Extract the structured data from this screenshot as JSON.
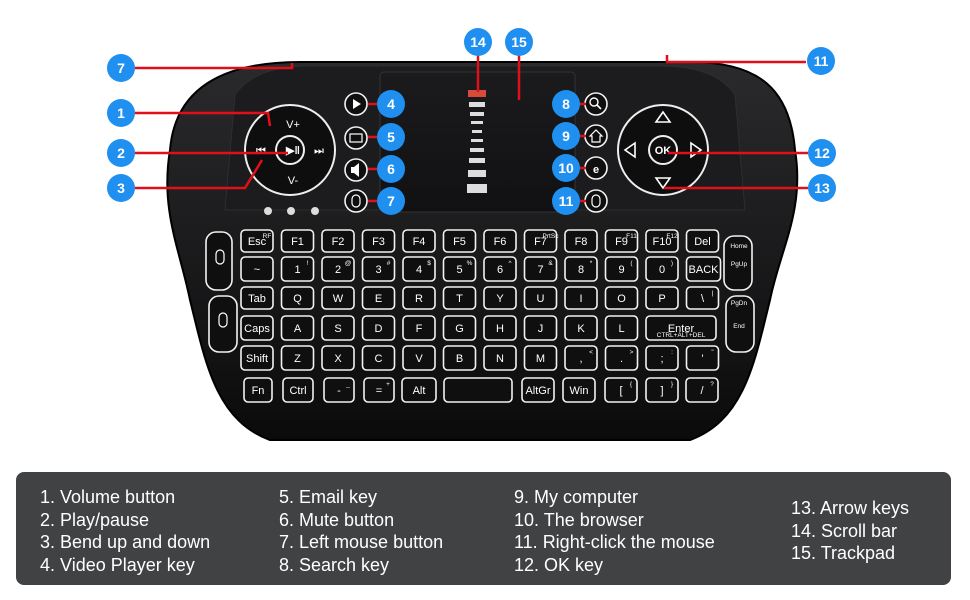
{
  "callouts": [
    "1",
    "2",
    "3",
    "4",
    "5",
    "6",
    "7",
    "8",
    "9",
    "10",
    "11",
    "12",
    "13",
    "14",
    "15"
  ],
  "keys": {
    "r1": [
      "Esc",
      "F1",
      "F2",
      "F3",
      "F4",
      "F5",
      "F6",
      "F7",
      "F8",
      "F9",
      "F10",
      "Del"
    ],
    "r1sup": [
      "RF",
      "",
      "",
      "",
      "",
      "",
      "",
      "PrtSc",
      "",
      "F11",
      "F12",
      ""
    ],
    "r2": [
      "~",
      "1",
      "2",
      "3",
      "4",
      "5",
      "6",
      "7",
      "8",
      "9",
      "0",
      "BACK"
    ],
    "r2sup": [
      "",
      "!",
      "@",
      "#",
      "$",
      "%",
      "^",
      "&",
      "*",
      "(",
      ")",
      ""
    ],
    "r3": [
      "Tab",
      "Q",
      "W",
      "E",
      "R",
      "T",
      "Y",
      "U",
      "I",
      "O",
      "P",
      "\\"
    ],
    "r3sup": [
      "",
      "",
      "",
      "",
      "",
      "",
      "",
      "",
      "",
      "",
      "",
      "|"
    ],
    "r4": [
      "Caps",
      "A",
      "S",
      "D",
      "F",
      "G",
      "H",
      "J",
      "K",
      "L",
      "Enter"
    ],
    "r4sub": "CTRL+ALT+DEL",
    "r5": [
      "Shift",
      "Z",
      "X",
      "C",
      "V",
      "B",
      "N",
      "M",
      ",",
      ".",
      ";",
      "'"
    ],
    "r5sup": [
      "",
      "",
      "",
      "",
      "",
      "",
      "",
      "",
      "<",
      ">",
      ":",
      "\""
    ],
    "r6": [
      "Fn",
      "Ctrl",
      "-",
      "=",
      "Alt",
      "",
      "AltGr",
      "Win",
      "[",
      "]",
      "/"
    ],
    "r6sup": [
      "",
      "",
      "_",
      "+",
      "",
      "",
      "",
      "",
      "{",
      "}",
      "?"
    ],
    "side": [
      "Home",
      "PgUp",
      "PgDn",
      "End"
    ],
    "dpad": [
      "V+",
      "V-",
      "OK"
    ]
  },
  "legend": {
    "col1": [
      "1. Volume button",
      "2. Play/pause",
      "3. Bend up and down",
      "4. Video Player key"
    ],
    "col2": [
      "5. Email key",
      "6. Mute button",
      "7. Left mouse button",
      "8. Search key"
    ],
    "col3": [
      "9. My computer",
      "10. The browser",
      "11. Right-click the mouse",
      "12. OK key"
    ],
    "col4": [
      "13. Arrow keys",
      "14. Scroll bar",
      "15. Trackpad"
    ]
  },
  "colors": {
    "badge": "#1f8ff0",
    "line": "#e0101a",
    "legend_bg": "#414244",
    "body": "#151516"
  }
}
